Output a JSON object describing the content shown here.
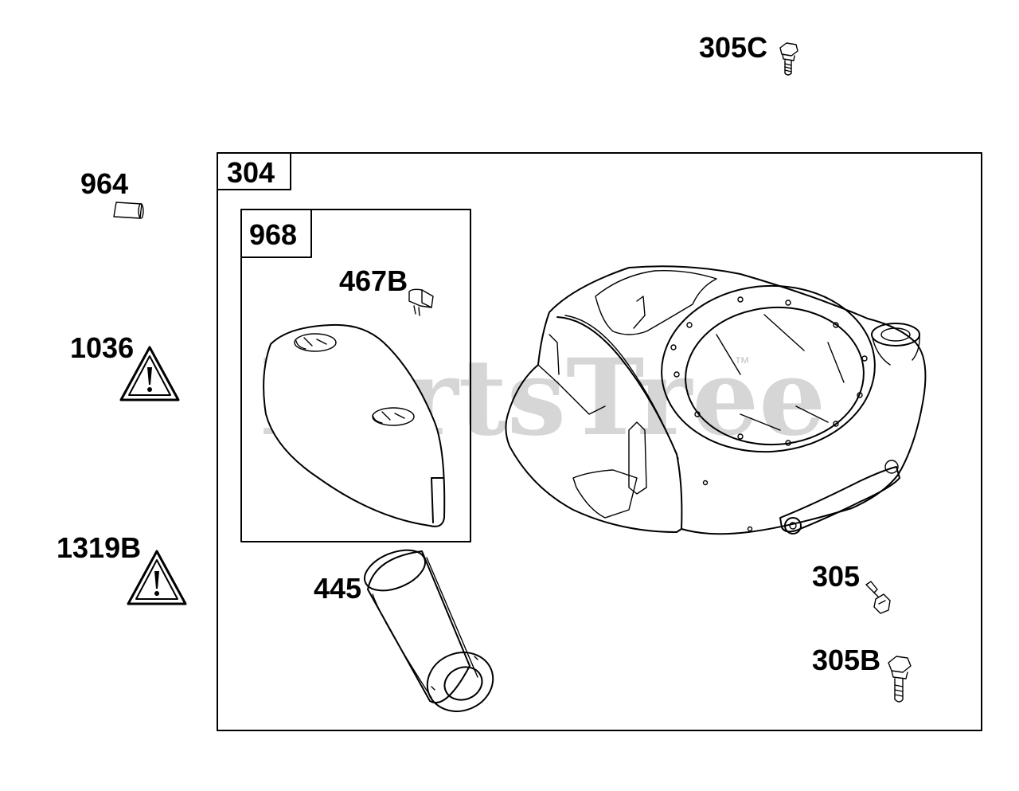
{
  "watermark": {
    "text": "PartsTree",
    "trademark": "™"
  },
  "parts": {
    "p305C": "305C",
    "p304": "304",
    "p964": "964",
    "p968": "968",
    "p467B": "467B",
    "p1036": "1036",
    "p1319B": "1319B",
    "p445": "445",
    "p305": "305",
    "p305B": "305B"
  },
  "icons": {
    "warning": "warning-triangle-icon"
  }
}
